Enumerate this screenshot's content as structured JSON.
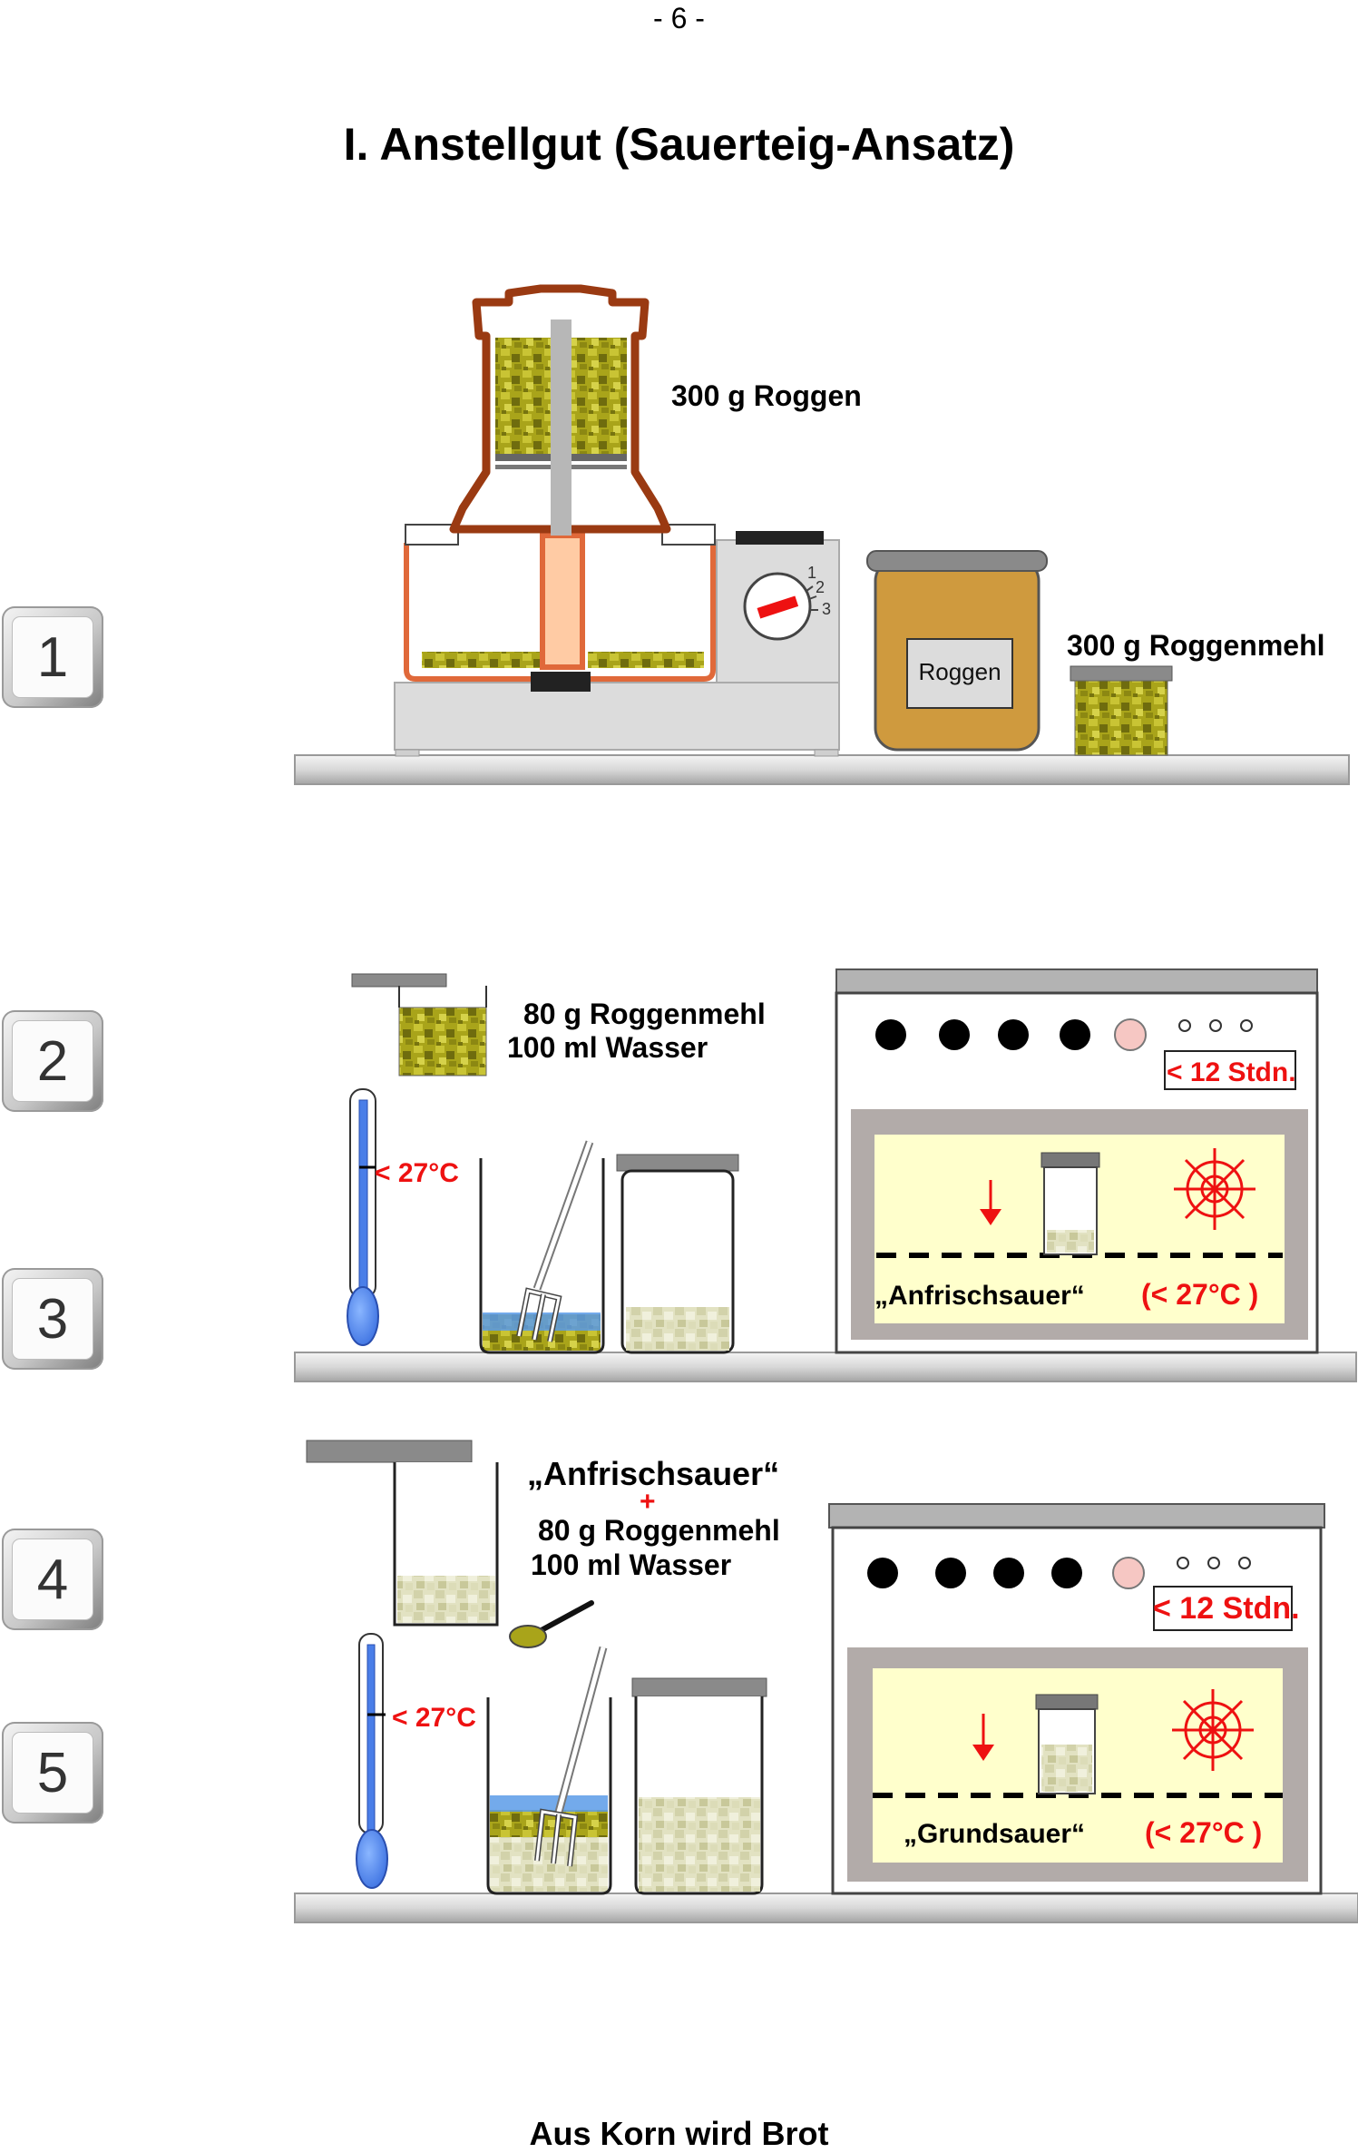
{
  "page_number": "- 6 -",
  "title": "I. Anstellgut (Sauerteig-Ansatz)",
  "steps": [
    "1",
    "2",
    "3",
    "4",
    "5"
  ],
  "section1": {
    "grain_label": "300 g Roggen",
    "flour_label": "300 g Roggenmehl",
    "jar_label": "Roggen",
    "dial_marks": [
      "1",
      "2",
      "3"
    ]
  },
  "section2": {
    "add_flour": "80 g Roggenmehl",
    "add_water": "100 ml Wasser",
    "temp": "< 27°C",
    "timer": "< 12 Stdn.",
    "result_name": "„Anfrischsauer“",
    "result_temp": "(< 27°C )"
  },
  "section3": {
    "base": "„Anfrischsauer“",
    "plus": "+",
    "add_flour": "80 g Roggenmehl",
    "add_water": "100 ml Wasser",
    "temp": "< 27°C",
    "timer": "< 12 Stdn.",
    "result_name": "„Grundsauer“",
    "result_temp": "(< 27°C )"
  },
  "footer": "Aus Korn wird Brot",
  "colors": {
    "flour": "#b7b21e",
    "water": "#5b9be8",
    "red": "#ee1111",
    "oven_window": "#ffffcc",
    "mill_brown": "#9a3a12",
    "roggen_jar": "#cf9a3e"
  }
}
